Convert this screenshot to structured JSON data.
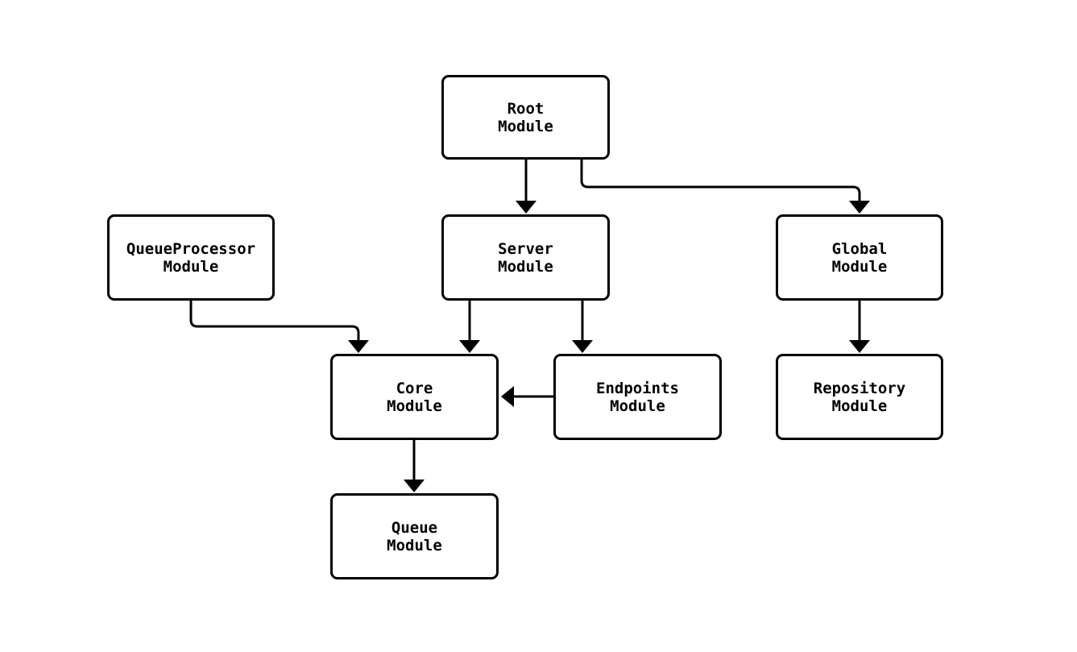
{
  "diagram": {
    "type": "module-dependency-flowchart",
    "background_color": "#ffffff",
    "node_fill_color": "#ffffff",
    "node_border_color": "#000000",
    "edge_color": "#000000",
    "text_color": "#000000"
  },
  "nodes": {
    "root": {
      "label_line1": "Root",
      "label_line2": "Module"
    },
    "queue_processor": {
      "label_line1": "QueueProcessor",
      "label_line2": "Module"
    },
    "server": {
      "label_line1": "Server",
      "label_line2": "Module"
    },
    "global": {
      "label_line1": "Global",
      "label_line2": "Module"
    },
    "core": {
      "label_line1": "Core",
      "label_line2": "Module"
    },
    "endpoints": {
      "label_line1": "Endpoints",
      "label_line2": "Module"
    },
    "repository": {
      "label_line1": "Repository",
      "label_line2": "Module"
    },
    "queue": {
      "label_line1": "Queue",
      "label_line2": "Module"
    }
  },
  "edges": [
    {
      "from": "root",
      "to": "server"
    },
    {
      "from": "root",
      "to": "global"
    },
    {
      "from": "queue_processor",
      "to": "core"
    },
    {
      "from": "server",
      "to": "core"
    },
    {
      "from": "server",
      "to": "endpoints"
    },
    {
      "from": "endpoints",
      "to": "core"
    },
    {
      "from": "global",
      "to": "repository"
    },
    {
      "from": "core",
      "to": "queue"
    }
  ]
}
